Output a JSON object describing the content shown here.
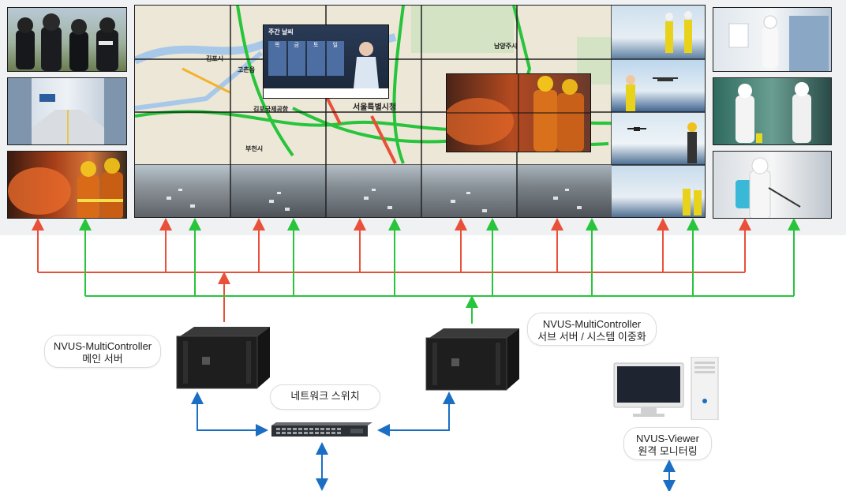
{
  "colors": {
    "main_signal": "#e8503a",
    "sub_signal": "#28c43c",
    "network": "#1a6fc4",
    "wall_background": "#f0f1f3"
  },
  "video_wall": {
    "left_tiles": [
      "police-officers-feed",
      "subway-platform-feed",
      "firefighters-feed"
    ],
    "right_tiles": [
      "disinfection-station-feed",
      "disinfection-workers-feed",
      "disinfection-sprayer-feed"
    ],
    "drone_tiles": [
      "drone-operators-feed",
      "drone-survey-feed",
      "drone-solar-feed",
      "drone-technician-feed"
    ],
    "traffic_tiles": [
      "traffic-cam-1",
      "traffic-cam-2",
      "traffic-cam-3",
      "traffic-cam-4",
      "traffic-cam-5"
    ],
    "map": {
      "city_label": "서울특별시청",
      "district_labels": [
        "김포시",
        "부천시",
        "고촌읍",
        "남양주시",
        "김포국제공항"
      ]
    },
    "weather_widget": {
      "title": "주간 날씨",
      "days": [
        "목",
        "금",
        "토",
        "일"
      ]
    }
  },
  "devices": {
    "main_server": {
      "line1": "NVUS-MultiController",
      "line2": "메인 서버"
    },
    "sub_server": {
      "line1": "NVUS-MultiController",
      "line2": "서브 서버 / 시스템 이중화"
    },
    "network_switch": {
      "label": "네트워크 스위치"
    },
    "viewer": {
      "line1": "NVUS-Viewer",
      "line2": "원격 모니터링"
    }
  }
}
